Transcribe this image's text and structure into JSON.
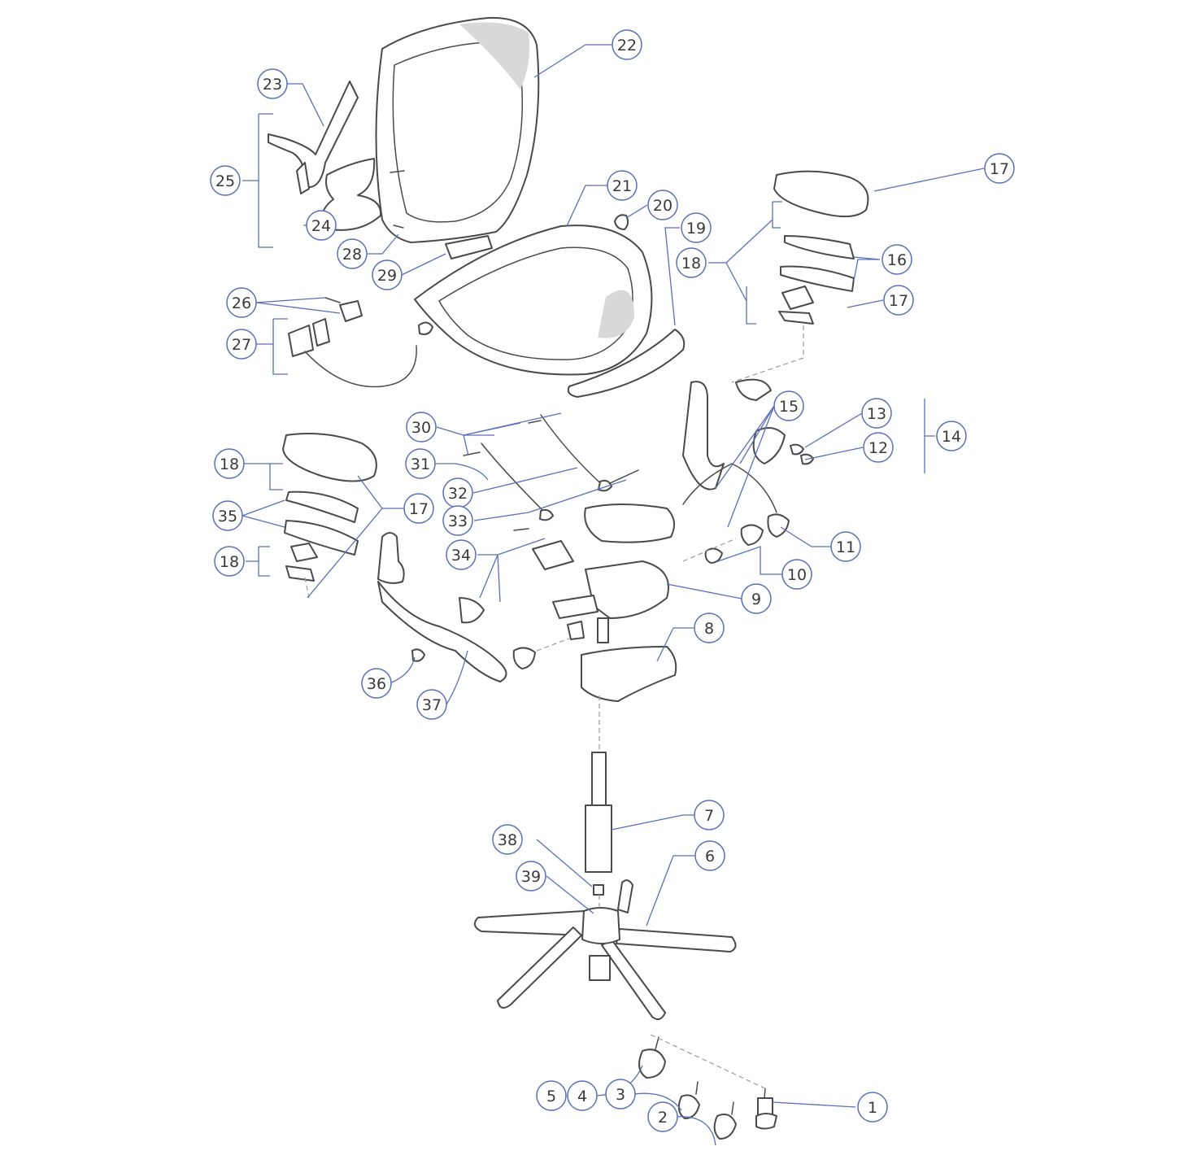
{
  "diagram": {
    "callouts": [
      {
        "label": "1"
      },
      {
        "label": "2"
      },
      {
        "label": "3"
      },
      {
        "label": "4"
      },
      {
        "label": "5"
      },
      {
        "label": "6"
      },
      {
        "label": "7"
      },
      {
        "label": "8"
      },
      {
        "label": "9"
      },
      {
        "label": "10"
      },
      {
        "label": "11"
      },
      {
        "label": "12"
      },
      {
        "label": "13"
      },
      {
        "label": "14"
      },
      {
        "label": "15"
      },
      {
        "label": "16"
      },
      {
        "label": "17"
      },
      {
        "label": "17"
      },
      {
        "label": "17"
      },
      {
        "label": "18"
      },
      {
        "label": "18"
      },
      {
        "label": "18"
      },
      {
        "label": "19"
      },
      {
        "label": "20"
      },
      {
        "label": "21"
      },
      {
        "label": "22"
      },
      {
        "label": "23"
      },
      {
        "label": "24"
      },
      {
        "label": "25"
      },
      {
        "label": "26"
      },
      {
        "label": "27"
      },
      {
        "label": "28"
      },
      {
        "label": "29"
      },
      {
        "label": "30"
      },
      {
        "label": "31"
      },
      {
        "label": "32"
      },
      {
        "label": "33"
      },
      {
        "label": "34"
      },
      {
        "label": "35"
      },
      {
        "label": "36"
      },
      {
        "label": "37"
      },
      {
        "label": "38"
      },
      {
        "label": "39"
      }
    ],
    "colors": {
      "callout_stroke": "#5a6fb8",
      "part_stroke": "#4a4a4a",
      "text": "#3a3a3a"
    }
  }
}
